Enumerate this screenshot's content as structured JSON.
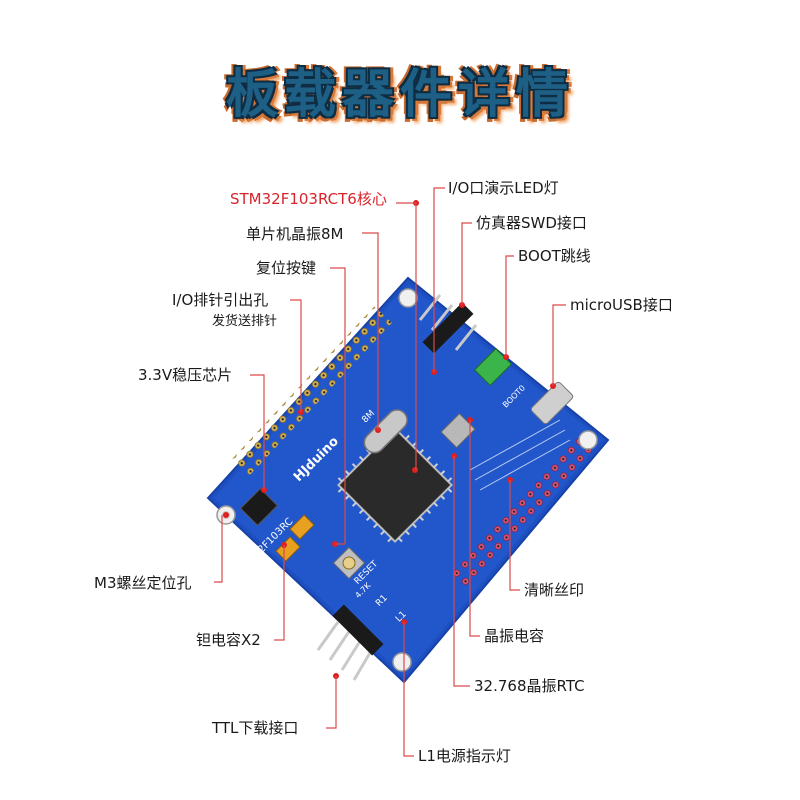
{
  "title": "板载器件详情",
  "labels": {
    "stm32": "STM32F103RCT6核心",
    "io_led": "I/O口演示LED灯",
    "mcu_crystal": "单片机晶振8M",
    "swd": "仿真器SWD接口",
    "boot": "BOOT跳线",
    "reset": "复位按键",
    "io_header": "I/O排针引出孔",
    "io_header_note": "发货送排针",
    "microusb": "microUSB接口",
    "regulator": "3.3V稳压芯片",
    "screw_hole": "M3螺丝定位孔",
    "silkscreen": "清晰丝印",
    "tantalum": "钽电容X2",
    "crystal_cap": "晶振电容",
    "rtc": "32.768晶振RTC",
    "ttl": "TTL下载接口",
    "l1": "L1电源指示灯"
  },
  "board_silk": {
    "brand": "HJduino",
    "model": "STM32F103RC",
    "reset": "RESET",
    "boot": "BOOT0",
    "xtal": "8M",
    "l1": "L1",
    "r1": "R1",
    "k": "4.7K"
  },
  "colors": {
    "board": "#1d4fc0",
    "board_edge": "#1742a6",
    "label_red": "#d9232b",
    "leader": "#d94a4a",
    "jumper": "#3bb44a",
    "title_fill": "#1e5f86",
    "title_outline": "#d9793a"
  }
}
